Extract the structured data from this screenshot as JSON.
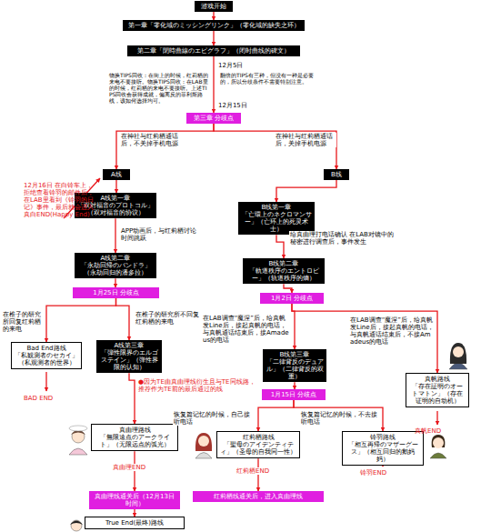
{
  "diagram": {
    "nodes": [
      {
        "text": [
          "游戏开始"
        ]
      },
      {
        "text": [
          "第一章「零化域のミッシングリンク」（零化域的缺失之环）"
        ]
      },
      {
        "text": [
          "第二章「閉時曲線のエピグラフ」（闭时曲线的碑文）"
        ]
      },
      {
        "text": [
          "第三章 分歧点"
        ]
      },
      {
        "text": [
          "A线"
        ]
      },
      {
        "text": [
          "B线"
        ]
      },
      {
        "text": [
          "A线第一章",
          "「双対福音のプロトコル」（双对福音的协议）"
        ]
      },
      {
        "text": [
          "A线第二章",
          "「永劫回帰のパンドラ」（永劫回归的潘多拉）"
        ]
      },
      {
        "text": [
          "1月25日 分歧点"
        ]
      },
      {
        "text": [
          "Bad End路线",
          "「私観測者のセカイ」（私观测者的世界）"
        ]
      },
      {
        "text": [
          "A线第三章",
          "「弾性限界のエルゴステイン」（弹性界限的认知）"
        ]
      },
      {
        "text": [
          "真由理路线",
          "「無限遠点のアークライト」（无限远点的弧光）"
        ]
      },
      {
        "text": [
          "真由理线通关后（12月13日时间）"
        ]
      },
      {
        "text": [
          "True End(最终)路线"
        ]
      },
      {
        "text": [
          "B线第一章",
          "「亡環上のネクロマンサー」（亡环上的死灵术士）"
        ]
      },
      {
        "text": [
          "B线第二章",
          "「軌道秩序のエントロピー」（轨道秩序的熵）"
        ]
      },
      {
        "text": [
          "1月2日 分歧点"
        ]
      },
      {
        "text": [
          "B线第三章",
          "「二律背反のデュアル」（二律背反的双重）"
        ]
      },
      {
        "text": [
          "真帆路线",
          "「存在証明のオートマトン」（存在证明的自动机）"
        ]
      },
      {
        "text": [
          "1月15日 分歧点"
        ]
      },
      {
        "text": [
          "红莉栖路线",
          "「聖母のアイデンティティ」（圣母的自我同一性）"
        ]
      },
      {
        "text": [
          "铃羽路线",
          "「相互再帰のマザーグース」（相互回归的鹅妈妈）"
        ]
      },
      {
        "text": [
          "红莉栖线通关后，进入真由理线"
        ]
      }
    ],
    "edges": [
      {
        "from": 0,
        "to": 1,
        "arrow": "to"
      },
      {
        "from": 1,
        "to": 2,
        "arrow": "to"
      },
      {
        "from": 2,
        "to": 3,
        "arrow": "to"
      },
      {
        "from": 3,
        "to": 4,
        "label": "在神社与红莉栖通话后，不关掉手机电源",
        "arrow": "to"
      },
      {
        "from": 3,
        "to": 5,
        "label": "在神社与红莉栖通话后，关掉手机电源",
        "arrow": "to"
      },
      {
        "from": 4,
        "to": 6,
        "arrow": "to"
      },
      {
        "from": 6,
        "to": 7,
        "label": "APP动画后，与红莉栖讨论时间跳跃",
        "arrow": "to"
      },
      {
        "from": 7,
        "to": 8,
        "arrow": "to"
      },
      {
        "from": 8,
        "to": 9,
        "label": "在椎子的研究所回复红莉栖的来电",
        "arrow": "to"
      },
      {
        "from": 8,
        "to": 10,
        "label": "在椎子的研究所不回复红莉栖的来电",
        "arrow": "to"
      },
      {
        "from": 10,
        "to": 11,
        "arrow": "to"
      },
      {
        "from": 11,
        "to": 12,
        "label": "真由理END",
        "arrow": "to"
      },
      {
        "from": 12,
        "to": 13,
        "arrow": "to"
      },
      {
        "from": 5,
        "to": 14,
        "arrow": "to"
      },
      {
        "from": 14,
        "to": 15,
        "label": "给真由理打电话确认 在LAB对镜中的秘密进行调查后，事件发生",
        "arrow": "to"
      },
      {
        "from": 15,
        "to": 16,
        "arrow": "to"
      },
      {
        "from": 16,
        "to": 17,
        "label": "在LAB调查“魔涅”后，给真帆发Line后，接起真帆的电话，与真帆通话结束后，接Amadeus的电话",
        "arrow": "to"
      },
      {
        "from": 16,
        "to": 18,
        "label": "在LAB调查“魔涅”后，给真帆发Line后，接起真帆的电话，与真帆通话结束后，不接Amadeus的电话",
        "arrow": "to"
      },
      {
        "from": 17,
        "to": 19,
        "arrow": "to"
      },
      {
        "from": 19,
        "to": 20,
        "label": "恢复篇记忆的时候，自己接听电话",
        "arrow": "to"
      },
      {
        "from": 19,
        "to": 21,
        "label": "恢复篇记忆的时候，不去接听电话",
        "arrow": "to"
      },
      {
        "from": 20,
        "to": 22,
        "label": "红莉栖END",
        "arrow": "to"
      }
    ],
    "labels": [
      "12月5日",
      "物换TIPS回收：在街上的时候，红莉栖的来电不要接听。物换TIPS回收：在LAB里的时候，红莉栖的来电不要接听。上述TIPS回收会获得成就，偏离反的菲利斯路线，该如何选择均可。",
      "翻倍的TIPS有三种，但没有一种是必要的，所以分歧条件不需要特别注意。",
      "12月15日",
      "12月16日 在白铃车上，拒绝查看铃羽的邮件后，在LAB里看到《铃羽的日记》事件，最后就会进入真白END(Happy End)",
      "BAD END",
      "●因为TE由真由理线衍生且与TE同线路，推荐作为TE前的最后通过的线",
      "真帆END",
      "铃羽END"
    ]
  }
}
